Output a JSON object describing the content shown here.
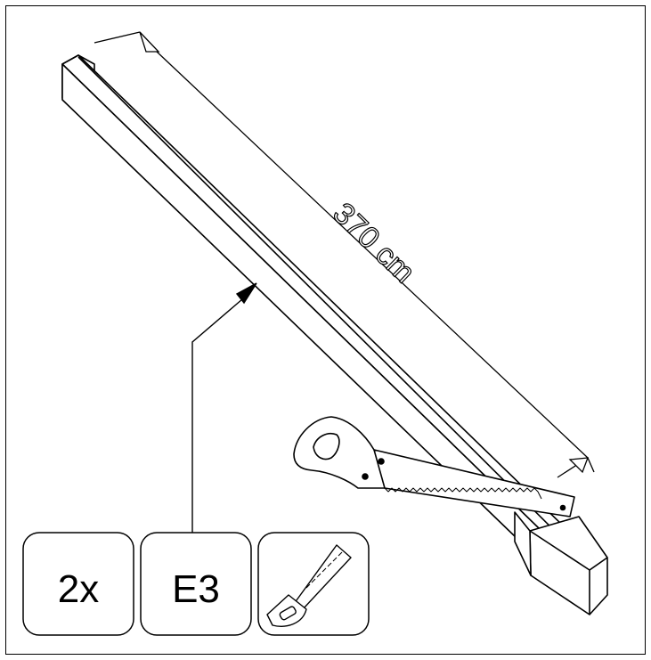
{
  "dimension": {
    "label": "370 cm"
  },
  "badges": {
    "quantity": "2x",
    "part_id": "E3",
    "tool_icon": "saw-icon"
  },
  "illustration": {
    "object": "wooden-beam",
    "tool": "hand-saw"
  }
}
